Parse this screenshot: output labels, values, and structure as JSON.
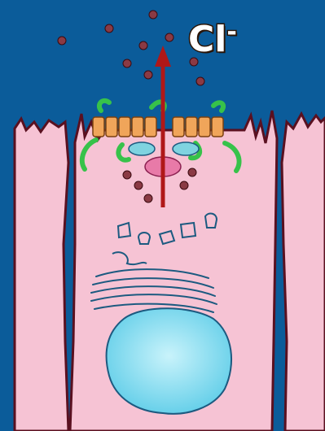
{
  "ion": {
    "symbol": "Cl",
    "charge": "-"
  },
  "colors": {
    "background": "#0b5c9a",
    "cell_fill": "#f6c3d4",
    "cell_outline": "#5a1020",
    "channel": "#f0a55a",
    "anchor_protein": "#37c24a",
    "regulatory_subunit": "#7fd3e0",
    "central_protein": "#e87aa8",
    "arrow": "#b01818",
    "ion_dot": "#8a3a44",
    "nucleus": "#7fdbf0"
  },
  "icons": [
    "chloride-ion-dot",
    "efflux-arrow",
    "channel-segment"
  ]
}
